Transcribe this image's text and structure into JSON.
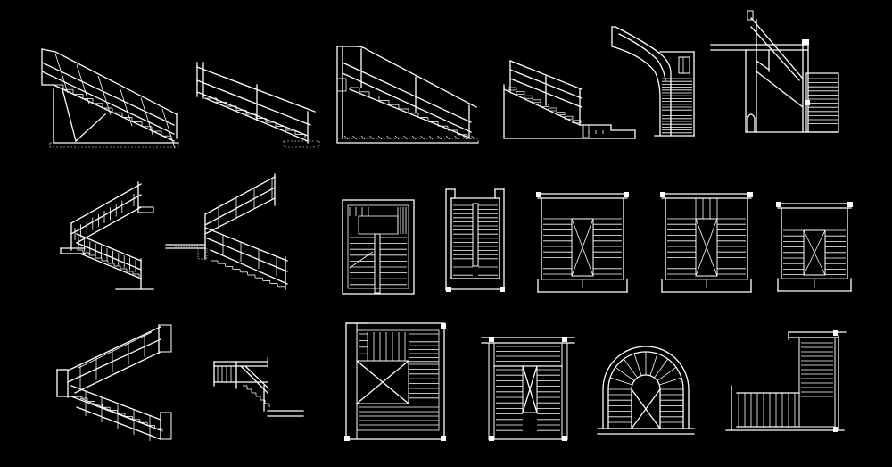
{
  "image": {
    "background": "#000000",
    "line_color": "#ffffff"
  },
  "row1": [
    "stair-section-1",
    "stair-section-2",
    "stair-section-3",
    "stair-section-4",
    "stair-section-5",
    "stair-section-6"
  ],
  "row2": [
    "stair-iso-1",
    "stair-iso-2",
    "stair-plan-1",
    "stair-plan-2",
    "stair-plan-3",
    "stair-plan-4",
    "stair-plan-5"
  ],
  "row3": [
    "stair-iso-3",
    "stair-iso-4",
    "stair-plan-6",
    "stair-plan-7",
    "stair-plan-8",
    "stair-plan-9"
  ]
}
